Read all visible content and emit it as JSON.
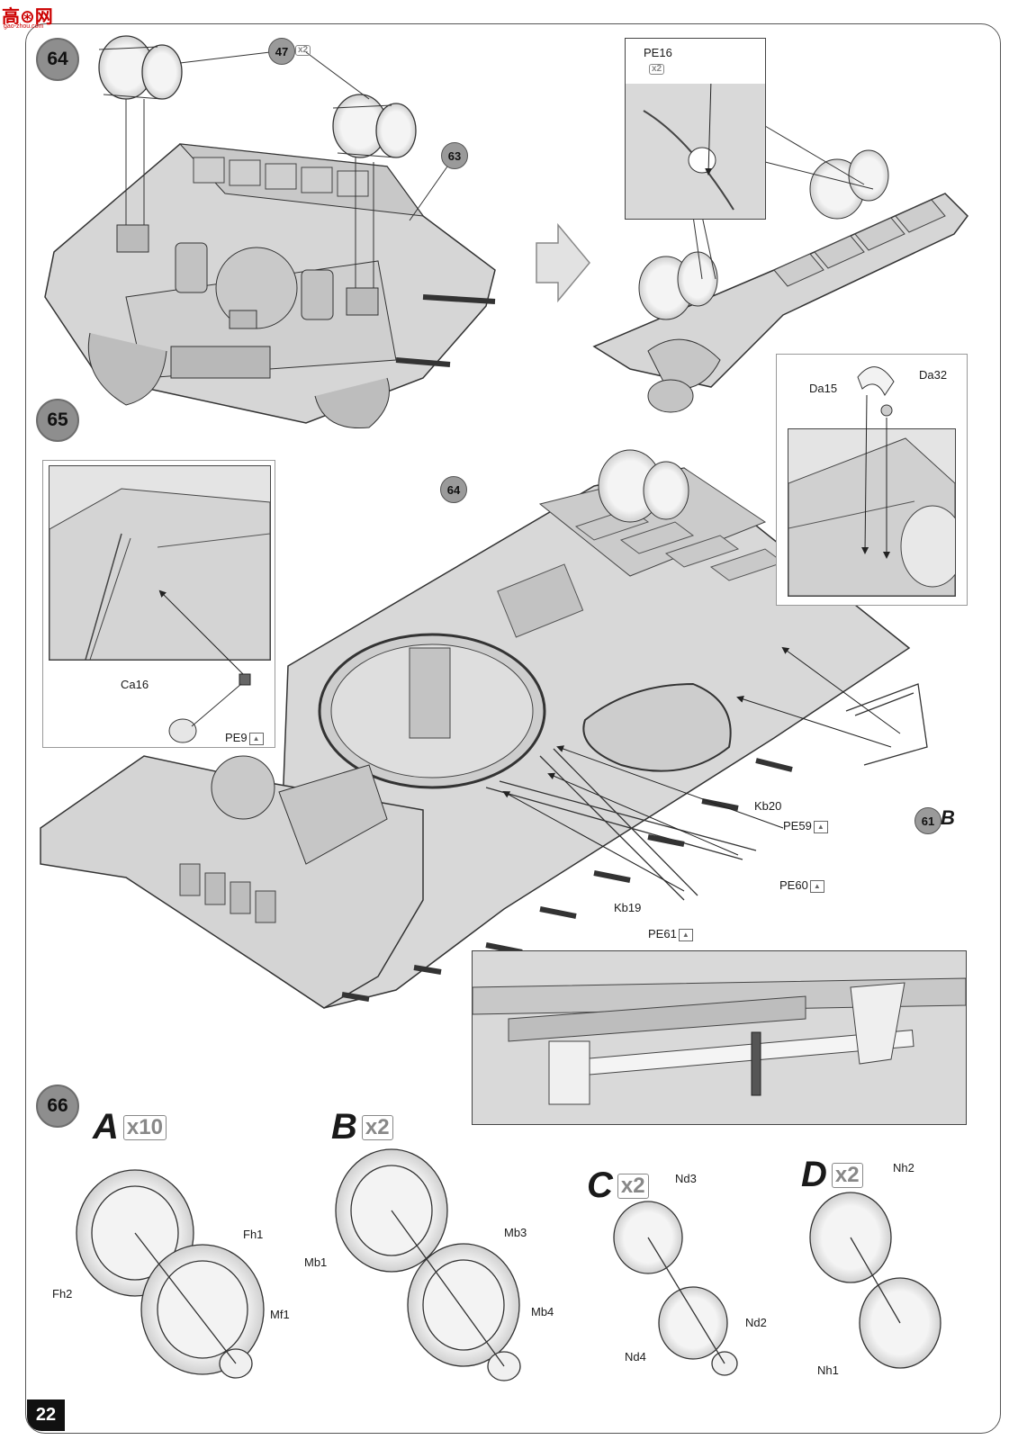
{
  "watermark": {
    "logo_text": "高⊛网",
    "url": "gao-zhou.com"
  },
  "page_number": "22",
  "steps": {
    "s64": {
      "number": "64",
      "qty": "x2",
      "refs": {
        "r47": "47",
        "r63": "63"
      },
      "inset_labels": {
        "pe16": "PE16",
        "pe16_qty": "x2"
      }
    },
    "s65": {
      "number": "65",
      "refs": {
        "r64": "64",
        "r61": "61",
        "r61_suffix": "B"
      },
      "left_inset_labels": {
        "ca16": "Ca16",
        "pe9": "PE9"
      },
      "right_inset_labels": {
        "da15": "Da15",
        "da32": "Da32"
      },
      "part_labels": {
        "kb20": "Kb20",
        "pe59": "PE59",
        "pe60": "PE60",
        "kb19": "Kb19",
        "pe61": "PE61"
      }
    },
    "s66": {
      "number": "66",
      "variants": [
        {
          "letter": "A",
          "qty": "x10",
          "labels": {
            "fh1": "Fh1",
            "fh2": "Fh2",
            "mf1": "Mf1"
          }
        },
        {
          "letter": "B",
          "qty": "x2",
          "labels": {
            "mb1": "Mb1",
            "mb3": "Mb3",
            "mb4": "Mb4"
          }
        },
        {
          "letter": "C",
          "qty": "x2",
          "labels": {
            "nd3": "Nd3",
            "nd2": "Nd2",
            "nd4": "Nd4"
          }
        },
        {
          "letter": "D",
          "qty": "x2",
          "labels": {
            "nh2": "Nh2",
            "nh1": "Nh1"
          }
        }
      ]
    }
  },
  "colors": {
    "hull": "#d6d6d6",
    "hull_dark": "#b8b8b8",
    "line": "#333333",
    "badge": "#8e8e8e",
    "arrow": "#222222"
  },
  "icons": {
    "pe_part": "photo-etch-icon"
  }
}
